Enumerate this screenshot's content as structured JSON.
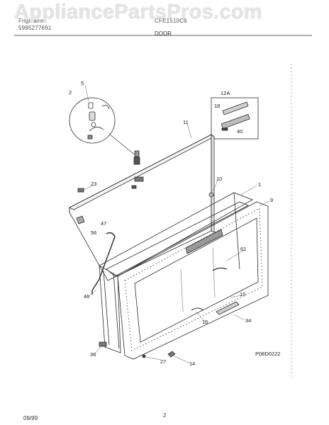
{
  "header": {
    "brand": "Frigidaire",
    "publication_line": "5995277691",
    "model": "CFE1510C6",
    "watermark": "AppliancePartsPros.com",
    "section_title": "DOOR"
  },
  "callouts": [
    "5",
    "2",
    "12A",
    "18",
    "40",
    "11",
    "10",
    "23",
    "1",
    "9",
    "47",
    "56",
    "61",
    "46",
    "15",
    "34",
    "16",
    "36",
    "27",
    "14"
  ],
  "diagram_code": "P08D0222",
  "footer": {
    "date": "09/99",
    "page": "2"
  }
}
